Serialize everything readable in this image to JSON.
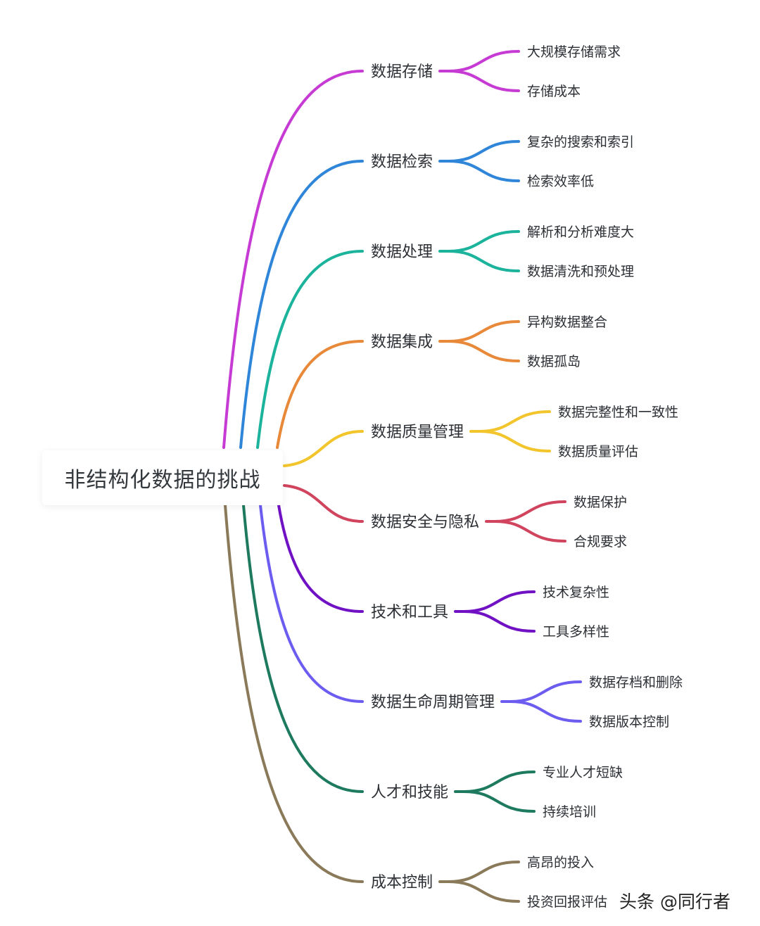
{
  "root": {
    "label": "非结构化数据的挑战"
  },
  "branches": [
    {
      "label": "数据存储",
      "color": "#c63bd3",
      "leaves": [
        "大规模存储需求",
        "存储成本"
      ]
    },
    {
      "label": "数据检索",
      "color": "#2f86d9",
      "leaves": [
        "复杂的搜索和索引",
        "检索效率低"
      ]
    },
    {
      "label": "数据处理",
      "color": "#1bb39b",
      "leaves": [
        "解析和分析难度大",
        "数据清洗和预处理"
      ]
    },
    {
      "label": "数据集成",
      "color": "#e8893a",
      "leaves": [
        "异构数据整合",
        "数据孤岛"
      ]
    },
    {
      "label": "数据质量管理",
      "color": "#f2c52c",
      "leaves": [
        "数据完整性和一致性",
        "数据质量评估"
      ]
    },
    {
      "label": "数据安全与隐私",
      "color": "#d0445e",
      "leaves": [
        "数据保护",
        "合规要求"
      ]
    },
    {
      "label": "技术和工具",
      "color": "#7111c4",
      "leaves": [
        "技术复杂性",
        "工具多样性"
      ]
    },
    {
      "label": "数据生命周期管理",
      "color": "#6c5cf0",
      "leaves": [
        "数据存档和删除",
        "数据版本控制"
      ]
    },
    {
      "label": "人才和技能",
      "color": "#1e7a5e",
      "leaves": [
        "专业人才短缺",
        "持续培训"
      ]
    },
    {
      "label": "成本控制",
      "color": "#8a7a5a",
      "leaves": [
        "高昂的投入",
        "投资回报评估"
      ]
    }
  ],
  "watermark": "头条 @同行者"
}
